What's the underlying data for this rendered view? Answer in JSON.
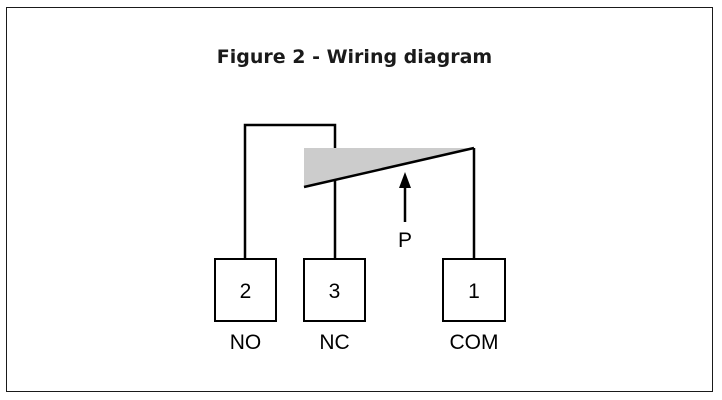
{
  "figure": {
    "title": "Figure 2 - Wiring diagram"
  },
  "terminals": [
    {
      "number": "2",
      "label": "NO"
    },
    {
      "number": "3",
      "label": "NC"
    },
    {
      "number": "1",
      "label": "COM"
    }
  ],
  "pressure_label": "P",
  "colors": {
    "line": "#000000",
    "shaded_wedge": "#cccccc",
    "frame": "#1a1a1a"
  }
}
